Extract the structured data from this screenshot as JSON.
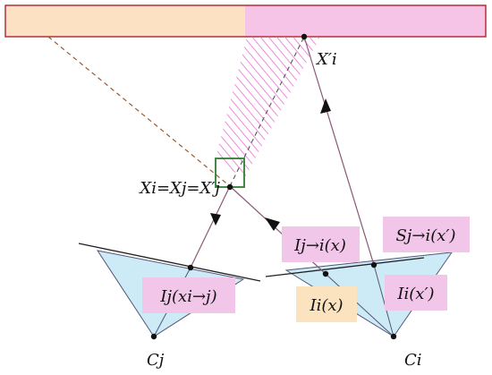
{
  "colors": {
    "bar_left": "#fce2c3",
    "bar_right": "#f6c4e6",
    "bar_border": "#b0242b",
    "camera_fill": "#cdeaf7",
    "camera_stroke": "#555577",
    "ray": "#8a5878",
    "dashed_ray": "#9b5a2e",
    "hatch": "#ea6fd6",
    "square": "#2e7d32",
    "box_pink": "#f2c6e8",
    "box_peach": "#fbe3c0"
  },
  "labels": {
    "x_i_prime": "X′i",
    "x_eq": "Xi=Xj=X′j",
    "c_j": "Cj",
    "c_i": "Ci"
  },
  "boxes": {
    "i_j_to_i": "Ij→i(x)",
    "s_j_to_i": "Sj→i(x′)",
    "i_j_x_i_to_j": "Ij(xi→j)",
    "i_i_x": "Ii(x)",
    "i_i_x_prime": "Ii(x′)"
  }
}
